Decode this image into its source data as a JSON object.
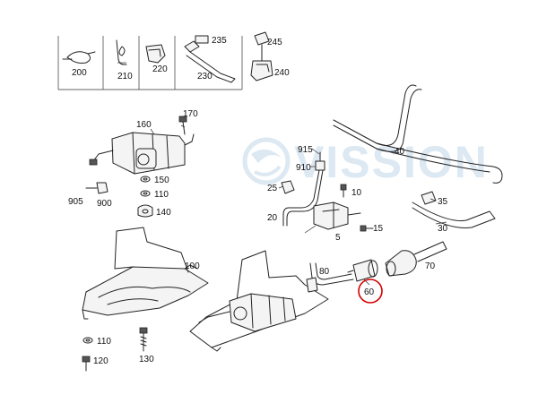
{
  "watermark": {
    "text": "VISSION"
  },
  "callout": {
    "label": "60",
    "color": "#d40000"
  },
  "accent_color": "#dce8f2",
  "parts": [
    {
      "id": "p200",
      "label": "200"
    },
    {
      "id": "p210",
      "label": "210"
    },
    {
      "id": "p220",
      "label": "220"
    },
    {
      "id": "p230",
      "label": "230"
    },
    {
      "id": "p235",
      "label": "235"
    },
    {
      "id": "p240",
      "label": "240"
    },
    {
      "id": "p245",
      "label": "245"
    },
    {
      "id": "p160",
      "label": "160"
    },
    {
      "id": "p170",
      "label": "170"
    },
    {
      "id": "p150",
      "label": "150"
    },
    {
      "id": "p905",
      "label": "905"
    },
    {
      "id": "p900",
      "label": "900"
    },
    {
      "id": "p110a",
      "label": "110"
    },
    {
      "id": "p140",
      "label": "140"
    },
    {
      "id": "p100",
      "label": "100"
    },
    {
      "id": "p110b",
      "label": "110"
    },
    {
      "id": "p120",
      "label": "120"
    },
    {
      "id": "p130",
      "label": "130"
    },
    {
      "id": "p915",
      "label": "915"
    },
    {
      "id": "p910",
      "label": "910"
    },
    {
      "id": "p40",
      "label": "40"
    },
    {
      "id": "p25",
      "label": "25"
    },
    {
      "id": "p10",
      "label": "10"
    },
    {
      "id": "p20",
      "label": "20"
    },
    {
      "id": "p35",
      "label": "35"
    },
    {
      "id": "p30",
      "label": "30"
    },
    {
      "id": "p15",
      "label": "15"
    },
    {
      "id": "p5",
      "label": "5"
    },
    {
      "id": "p80",
      "label": "80"
    },
    {
      "id": "p70",
      "label": "70"
    },
    {
      "id": "p60",
      "label": "60"
    }
  ]
}
